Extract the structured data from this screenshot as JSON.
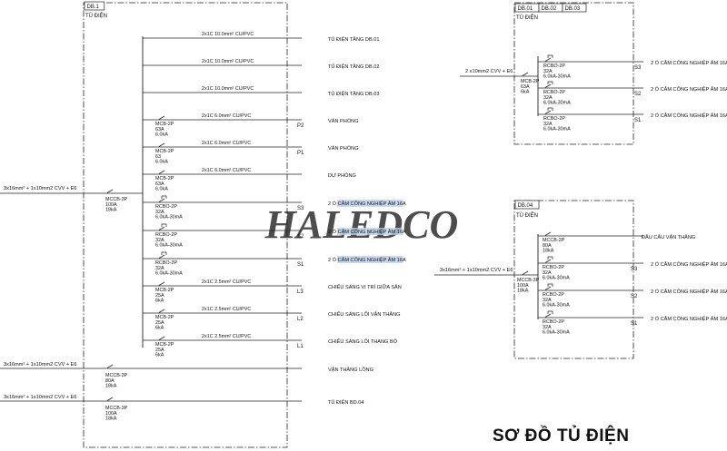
{
  "title": "SƠ ĐỒ TỦ ĐIỆN",
  "watermark": "HALEDCO",
  "colors": {
    "line": "#222222",
    "highlight": "#b9cde8",
    "watermark": "#d7dce4"
  },
  "db1": {
    "tag": "DB.1",
    "name": "TỦ ĐIỆN",
    "feed": "3x16mm² + 1x10mm2  CVV + E6",
    "main": [
      "MCCB-3P",
      "100A",
      "18kA"
    ],
    "branches": [
      {
        "cable": "2x1C 10.0mm²  CU/PVC",
        "label": "TỦ ĐIỆN TẦNG DB.01",
        "breaker": [],
        "tag": "",
        "rcbo": false,
        "hl": false
      },
      {
        "cable": "2x1C 10.0mm²  CU/PVC",
        "label": "TỦ ĐIỆN TẦNG DB.02",
        "breaker": [],
        "tag": "",
        "rcbo": false,
        "hl": false
      },
      {
        "cable": "2x1C 10.0mm²  CU/PVC",
        "label": "TỦ ĐIỆN TẦNG DB.03",
        "breaker": [],
        "tag": "",
        "rcbo": false,
        "hl": false
      },
      {
        "cable": "2x1C 6.0mm²  CU/PVC",
        "label": "VĂN PHÒNG",
        "breaker": [
          "MCB-2P",
          "63A",
          "6.0kA"
        ],
        "tag": "P2",
        "rcbo": false,
        "hl": false
      },
      {
        "cable": "2x1C 6.0mm²  CU/PVC",
        "label": "VĂN PHÒNG",
        "breaker": [
          "MCB-2P",
          "63",
          "6.0kA"
        ],
        "tag": "P1",
        "rcbo": false,
        "hl": false
      },
      {
        "cable": "2x1C 6.0mm²  CU/PVC",
        "label": "DỰ PHÒNG",
        "breaker": [
          "MCB-2P",
          "63A",
          "6.0kA"
        ],
        "tag": "",
        "rcbo": false,
        "hl": false
      },
      {
        "cable": "",
        "label": "2 Ổ CẮM CÔNG NGHIỆP ÂM 16A",
        "breaker": [
          "RCBO-2P",
          "32A",
          "6.0kA-30mA"
        ],
        "tag": "S3",
        "rcbo": true,
        "hl": true
      },
      {
        "cable": "",
        "label": "2 Ổ CẮM CÔNG NGHIỆP ÂM 16A",
        "breaker": [
          "RCBO-2P",
          "32A",
          "6.0kA-30mA"
        ],
        "tag": "S2",
        "rcbo": true,
        "hl": true
      },
      {
        "cable": "",
        "label": "2 Ổ CẮM CÔNG NGHIỆP ÂM 16A",
        "breaker": [
          "RCBO-2P",
          "32A",
          "6.0kA-30mA"
        ],
        "tag": "S1",
        "rcbo": true,
        "hl": true
      },
      {
        "cable": "2x1C 2.5mm²  CU/PVC",
        "label": "CHIẾU SÁNG VỊ TRÍ GIỮA SÂN",
        "breaker": [
          "MCB-2P",
          "25A",
          "6kA"
        ],
        "tag": "L3",
        "rcbo": false,
        "hl": false
      },
      {
        "cable": "2x1C 2.5mm²  CU/PVC",
        "label": "CHIẾU SÁNG LỐI VẬN THĂNG",
        "breaker": [
          "MCB-2P",
          "25A",
          "6kA"
        ],
        "tag": "L2",
        "rcbo": false,
        "hl": false
      },
      {
        "cable": "2x1C 2.5mm²  CU/PVC",
        "label": "CHIẾU SÁNG LỐI THANG BỘ",
        "breaker": [
          "MCB-2P",
          "25A",
          "6kA"
        ],
        "tag": "L1",
        "rcbo": false,
        "hl": false
      }
    ],
    "extra": [
      {
        "feed": "3x16mm² + 1x10mm2  CVV + E6",
        "breaker": [
          "MCCB-3P",
          "80A",
          "18kA"
        ],
        "label": "VẬN THĂNG LỒNG"
      },
      {
        "feed": "3x16mm² + 1x10mm2  CVV + E6",
        "breaker": [
          "MCCB-3P",
          "100A",
          "18kA"
        ],
        "label": "TỦ ĐIỆN BD.04"
      }
    ]
  },
  "db0": {
    "tags": [
      "DB.01",
      "DB.02",
      "DB.03"
    ],
    "name": "TỦ ĐIỆN",
    "feed": "2 x10mm2  CVV + E6",
    "main": [
      "MCB-2P",
      "63A",
      "6kA"
    ],
    "branches": [
      {
        "breaker": [
          "RCBO-2P",
          "32A",
          "6.0kA-30mA"
        ],
        "tag": "S3",
        "label": "2 Ổ CẮM CÔNG NGHIỆP ÂM 16A"
      },
      {
        "breaker": [
          "RCBO-2P",
          "32A",
          "6.0kA-30mA"
        ],
        "tag": "S2",
        "label": "2 Ổ CẮM CÔNG NGHIỆP ÂM 16A"
      },
      {
        "breaker": [
          "RCBO-2P",
          "32A",
          "6.0kA-30mA"
        ],
        "tag": "S1",
        "label": "2 Ổ CẮM CÔNG NGHIỆP ÂM 16A"
      }
    ]
  },
  "db4": {
    "tag": "DB.04",
    "name": "TỦ ĐIỆN",
    "feed": "3x16mm² + 1x10mm2  CVV + E6",
    "main": [
      "MCCB-3P",
      "100A",
      "18kA"
    ],
    "branches": [
      {
        "breaker": [
          "MCCB-2P",
          "80A",
          "18kA"
        ],
        "tag": "",
        "label": "ĐẦU CẤU VẬN THĂNG",
        "rcbo": false
      },
      {
        "breaker": [
          "RCBO-2P",
          "32A",
          "6.0kA-30mA"
        ],
        "tag": "S3",
        "label": "2 Ổ CẮM CÔNG NGHIỆP ÂM 16A",
        "rcbo": true
      },
      {
        "breaker": [
          "RCBO-2P",
          "32A",
          "6.0kA-30mA"
        ],
        "tag": "S2",
        "label": "2 Ổ CẮM CÔNG NGHIỆP ÂM 16A",
        "rcbo": true
      },
      {
        "breaker": [
          "RCBO-2P",
          "32A",
          "6.0kA-30mA"
        ],
        "tag": "S1",
        "label": "2 Ổ CẮM CÔNG NGHIỆP ÂM 16A",
        "rcbo": true
      }
    ]
  }
}
